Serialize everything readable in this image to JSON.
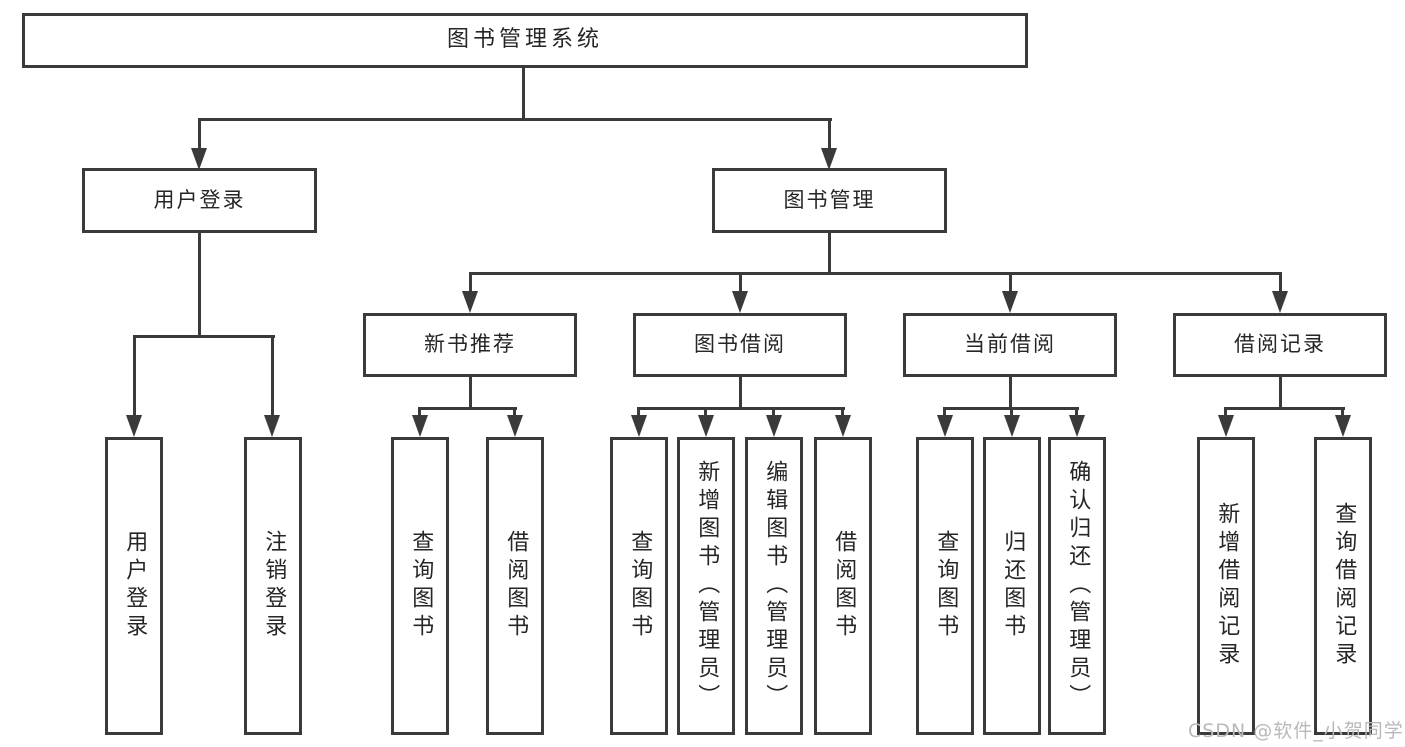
{
  "diagram": {
    "type": "hierarchy-tree",
    "root": {
      "label": "图书管理系统"
    },
    "level2": [
      {
        "label": "用户登录",
        "parent": "图书管理系统"
      },
      {
        "label": "图书管理",
        "parent": "图书管理系统"
      }
    ],
    "level3": [
      {
        "label": "新书推荐",
        "parent": "图书管理"
      },
      {
        "label": "图书借阅",
        "parent": "图书管理"
      },
      {
        "label": "当前借阅",
        "parent": "图书管理"
      },
      {
        "label": "借阅记录",
        "parent": "图书管理"
      }
    ],
    "leaves": [
      {
        "label": "用户登录",
        "parent": "用户登录"
      },
      {
        "label": "注销登录",
        "parent": "用户登录"
      },
      {
        "label": "查询图书",
        "parent": "新书推荐"
      },
      {
        "label": "借阅图书",
        "parent": "新书推荐"
      },
      {
        "label": "查询图书",
        "parent": "图书借阅"
      },
      {
        "label": "新增图书（管理员）",
        "parent": "图书借阅"
      },
      {
        "label": "编辑图书（管理员）",
        "parent": "图书借阅"
      },
      {
        "label": "借阅图书",
        "parent": "图书借阅"
      },
      {
        "label": "查询图书",
        "parent": "当前借阅"
      },
      {
        "label": "归还图书",
        "parent": "当前借阅"
      },
      {
        "label": "确认归还（管理员）",
        "parent": "当前借阅"
      },
      {
        "label": "新增借阅记录",
        "parent": "借阅记录"
      },
      {
        "label": "查询借阅记录",
        "parent": "借阅记录"
      }
    ],
    "colors": {
      "line": "#3a3a3a",
      "box_border": "#3a3a3a",
      "text": "#262626",
      "background": "#ffffff",
      "watermark": "#b9b9b9"
    }
  },
  "watermark": {
    "text": "CSDN @软件_小贺同学"
  }
}
